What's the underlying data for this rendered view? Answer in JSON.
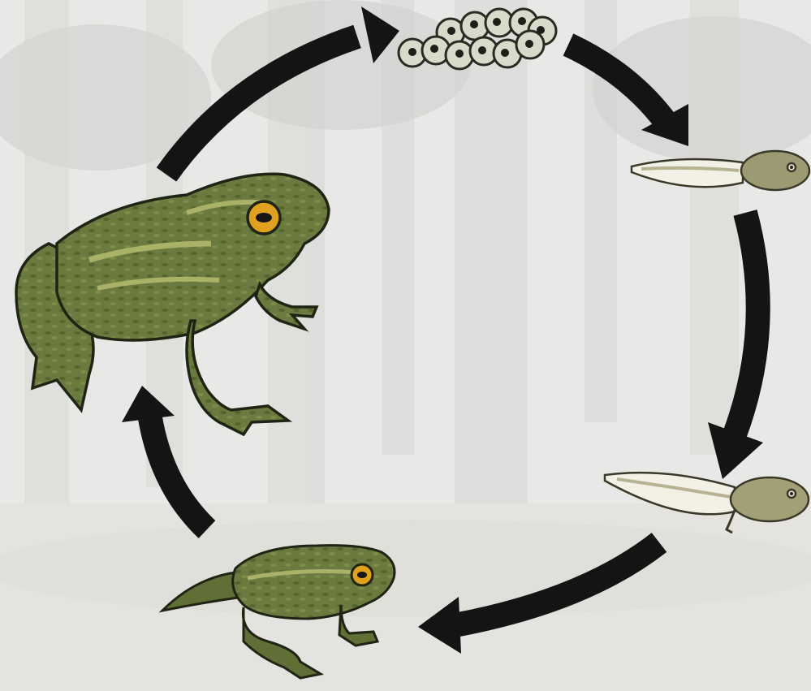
{
  "diagram": {
    "type": "life-cycle",
    "subject": "frog",
    "stages": [
      {
        "id": "frogspawn",
        "icon": "frogspawn-eggs-icon"
      },
      {
        "id": "tadpole",
        "icon": "tadpole-icon"
      },
      {
        "id": "tadpole-with-legs",
        "icon": "tadpole-with-legs-icon"
      },
      {
        "id": "froglet",
        "icon": "froglet-icon"
      },
      {
        "id": "adult-frog",
        "icon": "adult-frog-icon"
      }
    ],
    "cycle_direction": "clockwise",
    "arrow_color": "#141414"
  },
  "colors": {
    "background": "#e9e9e7",
    "frog_skin": "#6b7a3e",
    "frog_stripe": "#a9b267",
    "egg_jelly": "#d6dcc9",
    "tadpole_body": "#9c9a72",
    "eye": "#e0a11f"
  }
}
